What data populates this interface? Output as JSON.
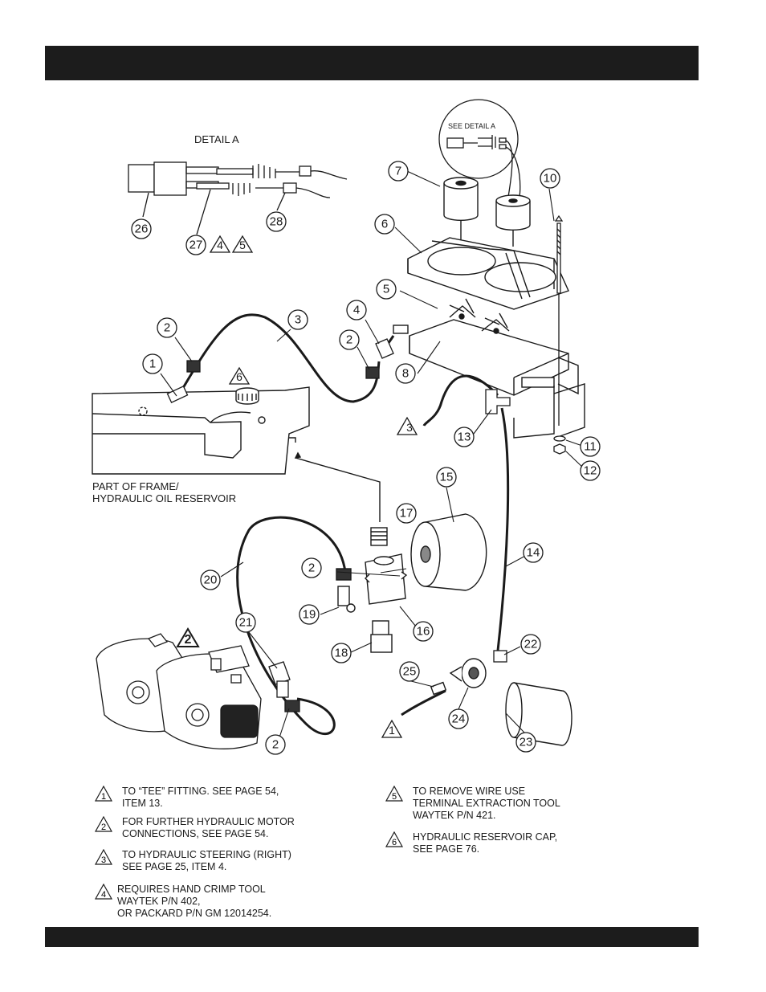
{
  "detail_label": "DETAIL  A",
  "see_detail_label": "SEE DETAIL A",
  "frame_label_line1": "PART OF FRAME/",
  "frame_label_line2": "HYDRAULIC OIL RESERVOIR",
  "callouts": {
    "c1": "1",
    "c2a": "2",
    "c2b": "2",
    "c2c": "2",
    "c2d": "2",
    "c3": "3",
    "c4": "4",
    "c5": "5",
    "c6": "6",
    "c7": "7",
    "c8": "8",
    "c10": "10",
    "c11": "11",
    "c12": "12",
    "c13": "13",
    "c14": "14",
    "c15": "15",
    "c16": "16",
    "c17": "17",
    "c18": "18",
    "c19": "19",
    "c20": "20",
    "c21": "21",
    "c22": "22",
    "c23": "23",
    "c24": "24",
    "c25": "25",
    "c26": "26",
    "c27": "27",
    "c28": "28"
  },
  "flags": {
    "f4": "4",
    "f5": "5",
    "f6": "6",
    "f3": "3",
    "f2": "2",
    "f1": "1"
  },
  "notes": [
    {
      "num": "1",
      "line1": "TO “TEE” FITTING. SEE PAGE 54,",
      "line2": "ITEM 13.",
      "line3": ""
    },
    {
      "num": "2",
      "line1": "FOR FURTHER HYDRAULIC MOTOR",
      "line2": "CONNECTIONS, SEE PAGE 54.",
      "line3": ""
    },
    {
      "num": "3",
      "line1": "TO HYDRAULIC STEERING (RIGHT)",
      "line2": "SEE PAGE 25, ITEM 4.",
      "line3": ""
    },
    {
      "num": "4",
      "line1": "REQUIRES HAND CRIMP TOOL",
      "line2": "WAYTEK P/N 402,",
      "line3": "OR PACKARD P/N GM 12014254."
    },
    {
      "num": "5",
      "line1": "TO REMOVE WIRE USE",
      "line2": "TERMINAL EXTRACTION TOOL",
      "line3": "WAYTEK P/N 421."
    },
    {
      "num": "6",
      "line1": "HYDRAULIC RESERVOIR CAP,",
      "line2": "SEE PAGE 76.",
      "line3": ""
    }
  ]
}
